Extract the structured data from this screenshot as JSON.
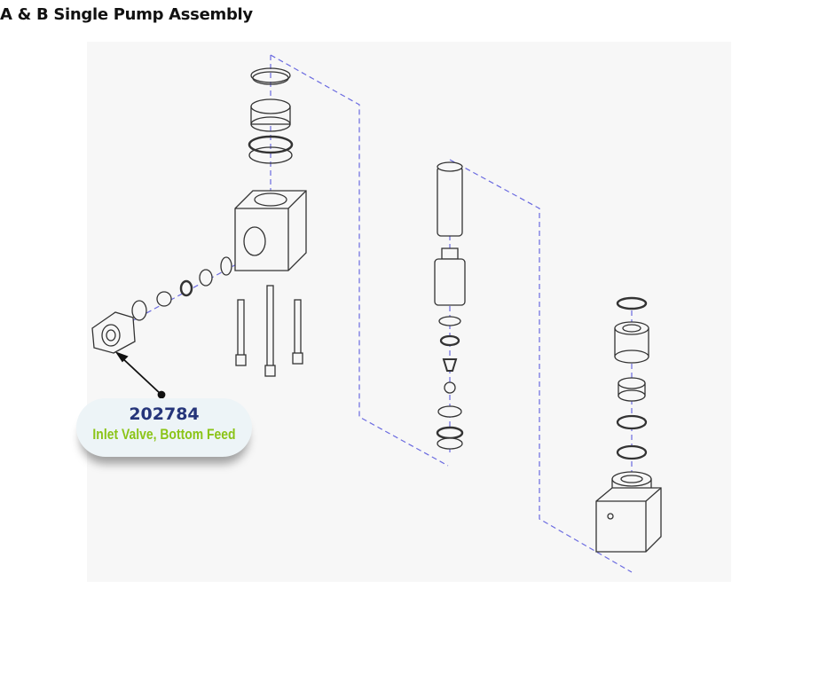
{
  "page": {
    "title": "A & B Single Pump Assembly"
  },
  "diagram": {
    "name": "exploded-pump-assembly",
    "callout": {
      "part_number": "202784",
      "description": "Inlet Valve, Bottom Feed"
    }
  },
  "colors": {
    "part_number": "#25357a",
    "description": "#8bc418",
    "dashed_line": "#6a6ae0",
    "background": "#f7f7f7"
  }
}
